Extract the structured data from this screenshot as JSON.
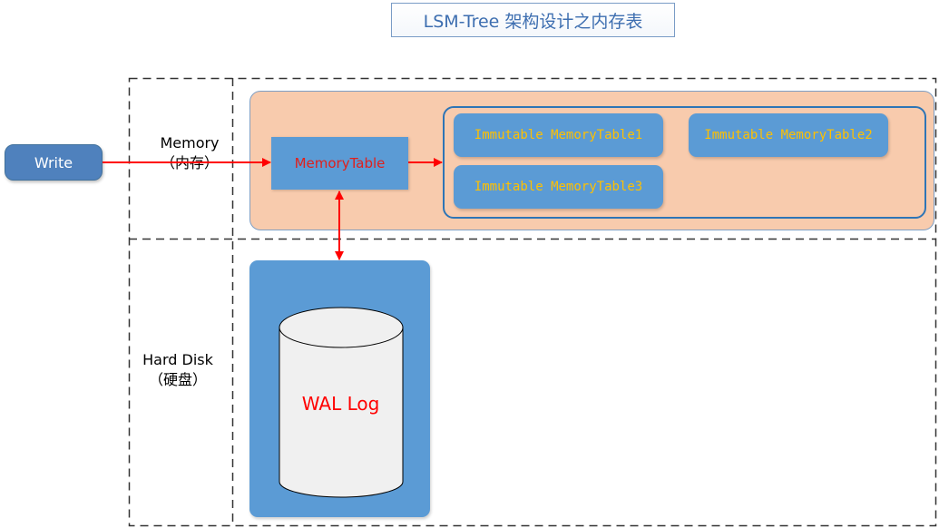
{
  "title": "LSM-Tree 架构设计之内存表",
  "write_button": {
    "label": "Write"
  },
  "rows": {
    "memory": {
      "line1": "Memory",
      "line2": "（内存）"
    },
    "disk": {
      "line1": "Hard Disk",
      "line2": "（硬盘）"
    }
  },
  "memory_table": {
    "label": "MemoryTable"
  },
  "immutable_tables": [
    {
      "label": "Immutable MemoryTable1"
    },
    {
      "label": "Immutable MemoryTable2"
    },
    {
      "label": "Immutable MemoryTable3"
    }
  ],
  "wal": {
    "label": "WAL Log"
  },
  "colors": {
    "accent_blue": "#5b9bd5",
    "memory_fill": "#f8cbad",
    "arrow_red": "#ff0000",
    "immutable_text": "#ffc000",
    "write_button": "#4f81bd"
  }
}
